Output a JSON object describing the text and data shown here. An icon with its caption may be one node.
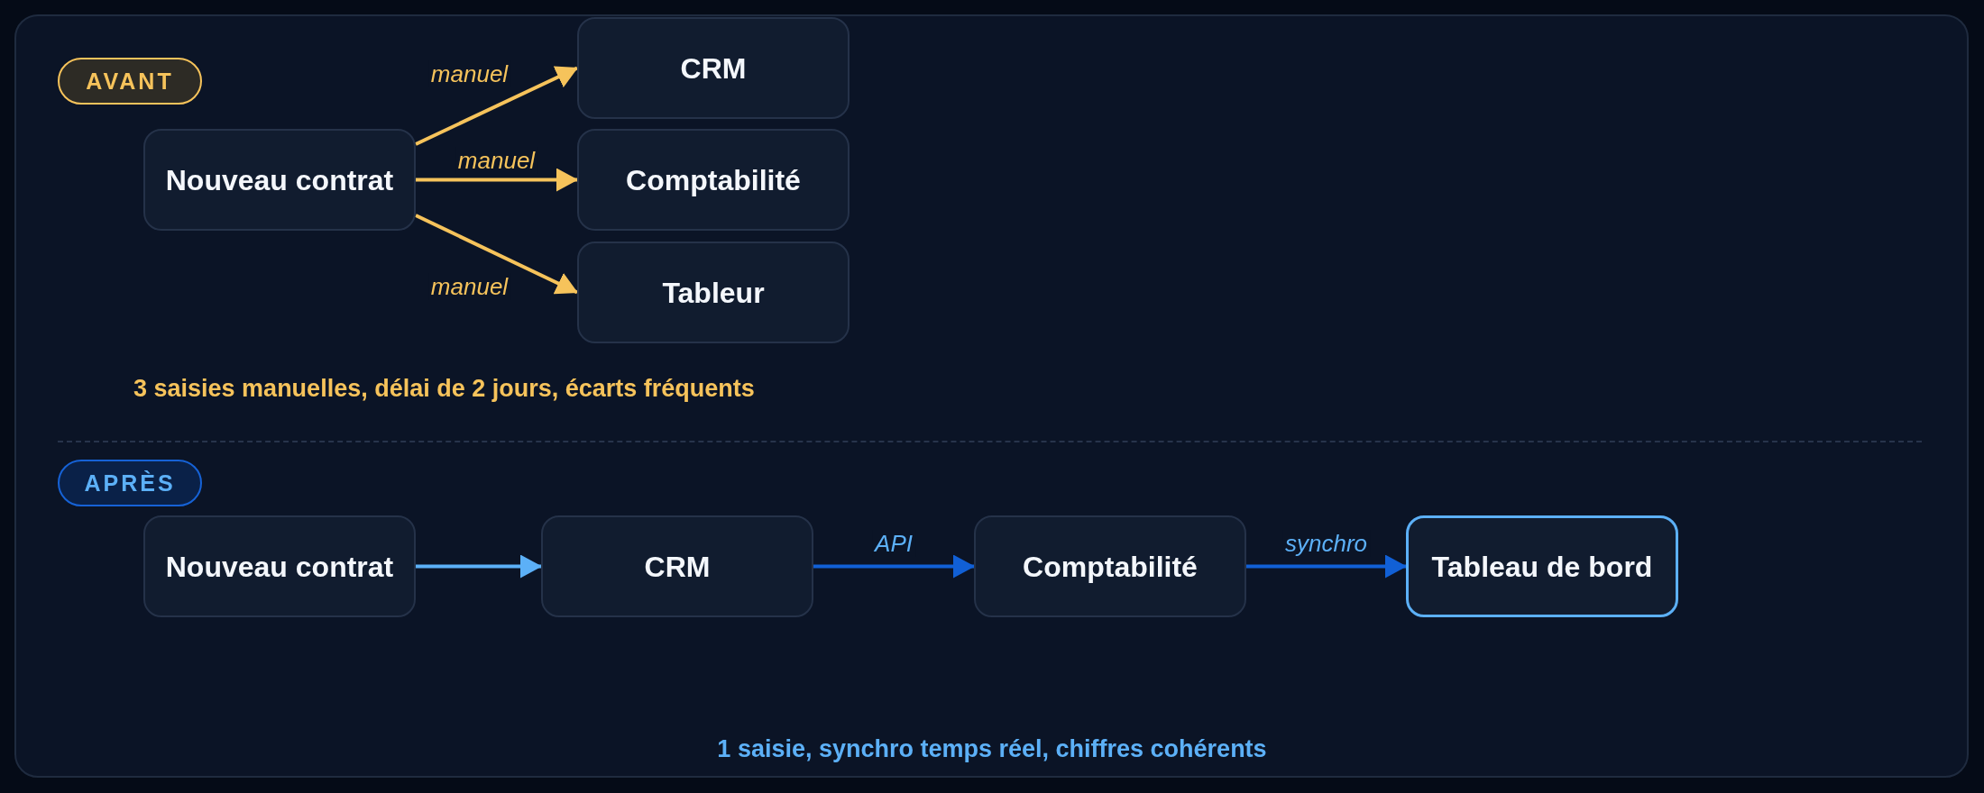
{
  "diagram": {
    "nodes": [
      {
        "text": [
          "AVANT"
        ]
      },
      {
        "text": [
          "Nouveau contrat"
        ]
      },
      {
        "text": [
          "CRM"
        ]
      },
      {
        "text": [
          "Comptabilité"
        ]
      },
      {
        "text": [
          "Tableur"
        ]
      },
      {
        "text": [
          "APRÈS"
        ]
      },
      {
        "text": [
          "Nouveau contrat"
        ]
      },
      {
        "text": [
          "CRM"
        ]
      },
      {
        "text": [
          "Comptabilité"
        ]
      },
      {
        "text": [
          "Tableau de bord"
        ]
      }
    ],
    "edges": [
      {
        "from": 1,
        "to": 2,
        "arrow": "to",
        "label": "manuel",
        "color": "#f6c35b"
      },
      {
        "from": 1,
        "to": 3,
        "arrow": "to",
        "label": "manuel",
        "color": "#f6c35b"
      },
      {
        "from": 1,
        "to": 4,
        "arrow": "to",
        "label": "manuel",
        "color": "#f6c35b"
      },
      {
        "from": 6,
        "to": 7,
        "arrow": "to",
        "color": "#5cb0f7"
      },
      {
        "from": 7,
        "to": 8,
        "arrow": "to",
        "label": "API",
        "color": "#1160d6"
      },
      {
        "from": 8,
        "to": 9,
        "arrow": "to",
        "label": "synchro",
        "color": "#1160d6"
      }
    ],
    "labels": [
      "3 saisies manuelles, délai de 2 jours, écarts fréquents",
      "1 saisie, synchro temps réel, chiffres cohérents"
    ]
  }
}
